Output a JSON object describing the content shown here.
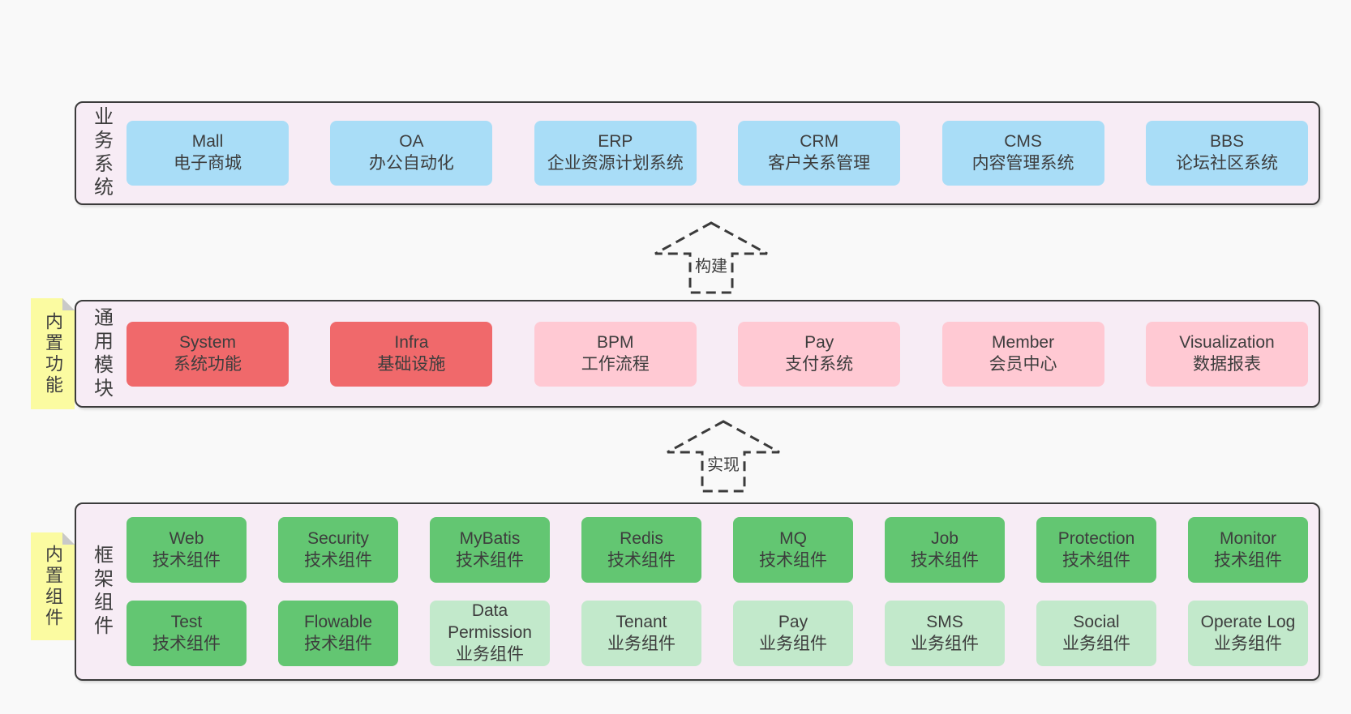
{
  "colors": {
    "page_bg": "#f9f9f9",
    "band_bg": "#f7ecf5",
    "band_border": "#3b3b3b",
    "blue": "#a9ddf7",
    "red": "#f0696b",
    "pink": "#ffc9d3",
    "green": "#63c672",
    "light_green": "#c2e9cb",
    "yellow": "#fbfba1",
    "fold_gray": "#c9c9c9",
    "text": "#3d3d3d"
  },
  "bands": [
    {
      "id": "business-systems",
      "label": "业务系统",
      "boxes": [
        {
          "en": "Mall",
          "zh": "电子商城",
          "variant": "blue"
        },
        {
          "en": "OA",
          "zh": "办公自动化",
          "variant": "blue"
        },
        {
          "en": "ERP",
          "zh": "企业资源计划系统",
          "variant": "blue"
        },
        {
          "en": "CRM",
          "zh": "客户关系管理",
          "variant": "blue"
        },
        {
          "en": "CMS",
          "zh": "内容管理系统",
          "variant": "blue"
        },
        {
          "en": "BBS",
          "zh": "论坛社区系统",
          "variant": "blue"
        }
      ]
    },
    {
      "id": "common-modules",
      "label": "通用模块",
      "note": "内置功能",
      "boxes": [
        {
          "en": "System",
          "zh": "系统功能",
          "variant": "red"
        },
        {
          "en": "Infra",
          "zh": "基础设施",
          "variant": "red"
        },
        {
          "en": "BPM",
          "zh": "工作流程",
          "variant": "pink"
        },
        {
          "en": "Pay",
          "zh": "支付系统",
          "variant": "pink"
        },
        {
          "en": "Member",
          "zh": "会员中心",
          "variant": "pink"
        },
        {
          "en": "Visualization",
          "zh": "数据报表",
          "variant": "pink"
        }
      ]
    },
    {
      "id": "framework-components",
      "label": "框架组件",
      "note": "内置组件",
      "rows": [
        [
          {
            "en": "Web",
            "zh": "技术组件",
            "variant": "green"
          },
          {
            "en": "Security",
            "zh": "技术组件",
            "variant": "green"
          },
          {
            "en": "MyBatis",
            "zh": "技术组件",
            "variant": "green"
          },
          {
            "en": "Redis",
            "zh": "技术组件",
            "variant": "green"
          },
          {
            "en": "MQ",
            "zh": "技术组件",
            "variant": "green"
          },
          {
            "en": "Job",
            "zh": "技术组件",
            "variant": "green"
          },
          {
            "en": "Protection",
            "zh": "技术组件",
            "variant": "green"
          },
          {
            "en": "Monitor",
            "zh": "技术组件",
            "variant": "green"
          }
        ],
        [
          {
            "en": "Test",
            "zh": "技术组件",
            "variant": "green"
          },
          {
            "en": "Flowable",
            "zh": "技术组件",
            "variant": "green"
          },
          {
            "en": "Data Permission",
            "zh": "业务组件",
            "variant": "lightgreen"
          },
          {
            "en": "Tenant",
            "zh": "业务组件",
            "variant": "lightgreen"
          },
          {
            "en": "Pay",
            "zh": "业务组件",
            "variant": "lightgreen"
          },
          {
            "en": "SMS",
            "zh": "业务组件",
            "variant": "lightgreen"
          },
          {
            "en": "Social",
            "zh": "业务组件",
            "variant": "lightgreen"
          },
          {
            "en": "Operate Log",
            "zh": "业务组件",
            "variant": "lightgreen"
          }
        ]
      ]
    }
  ],
  "arrows": [
    {
      "label": "构建"
    },
    {
      "label": "实现"
    }
  ]
}
